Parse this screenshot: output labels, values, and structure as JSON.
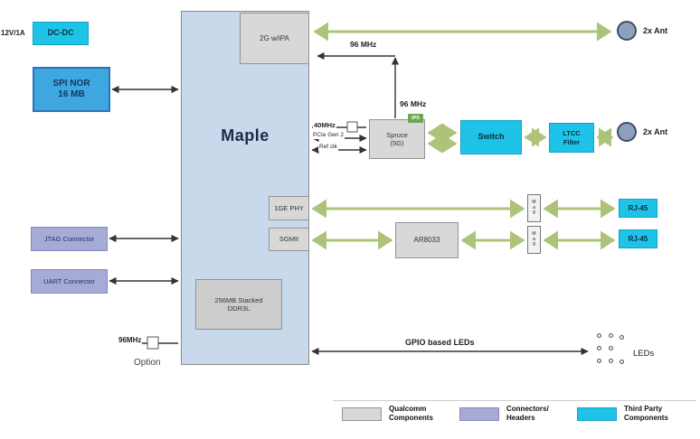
{
  "diagram": {
    "maple": "Maple",
    "power_input": "12V/1A",
    "dcdc": "DC-DC",
    "spi_nor": "SPI NOR\n16 MB",
    "radio_2g": "2G w/iPA",
    "ant_top": "2x Ant",
    "ant_mid": "2x Ant",
    "clk_96_top": "96 MHz",
    "clk_96_mid": "96 MHz",
    "clk_40": "40MHz",
    "pcie": "PCIe Gen 2",
    "ref_clk": "Ref clk",
    "spruce": "Spruce\n(5G)",
    "ips": "IPS",
    "switch": "Switch",
    "ltcc": "LTCC\nFilter",
    "ge_phy": "1GE PHY",
    "sgmii": "SGMII",
    "ar8033": "AR8033",
    "mag": "M\na\ng",
    "rj45_top": "RJ-45",
    "rj45_bottom": "RJ-45",
    "jtag": "JTAG Connector",
    "uart": "UART Connector",
    "ddr": "256MB Stacked\nDDR3L",
    "clk_96_left": "96MHz",
    "option": "Option",
    "gpio_leds": "GPIO based LEDs",
    "leds": "LEDs"
  },
  "legend": {
    "qualcomm": "Qualcomm\nComponents",
    "connectors": "Connectors/\nHeaders",
    "third_party": "Third Party\nComponents"
  },
  "colors": {
    "qualcomm_fill": "#d8d8d8",
    "connectors_fill": "#a6abd6",
    "third_party_fill": "#1fc3e8",
    "maple_fill": "#c8d9ec",
    "green_arrow": "#adc379"
  }
}
